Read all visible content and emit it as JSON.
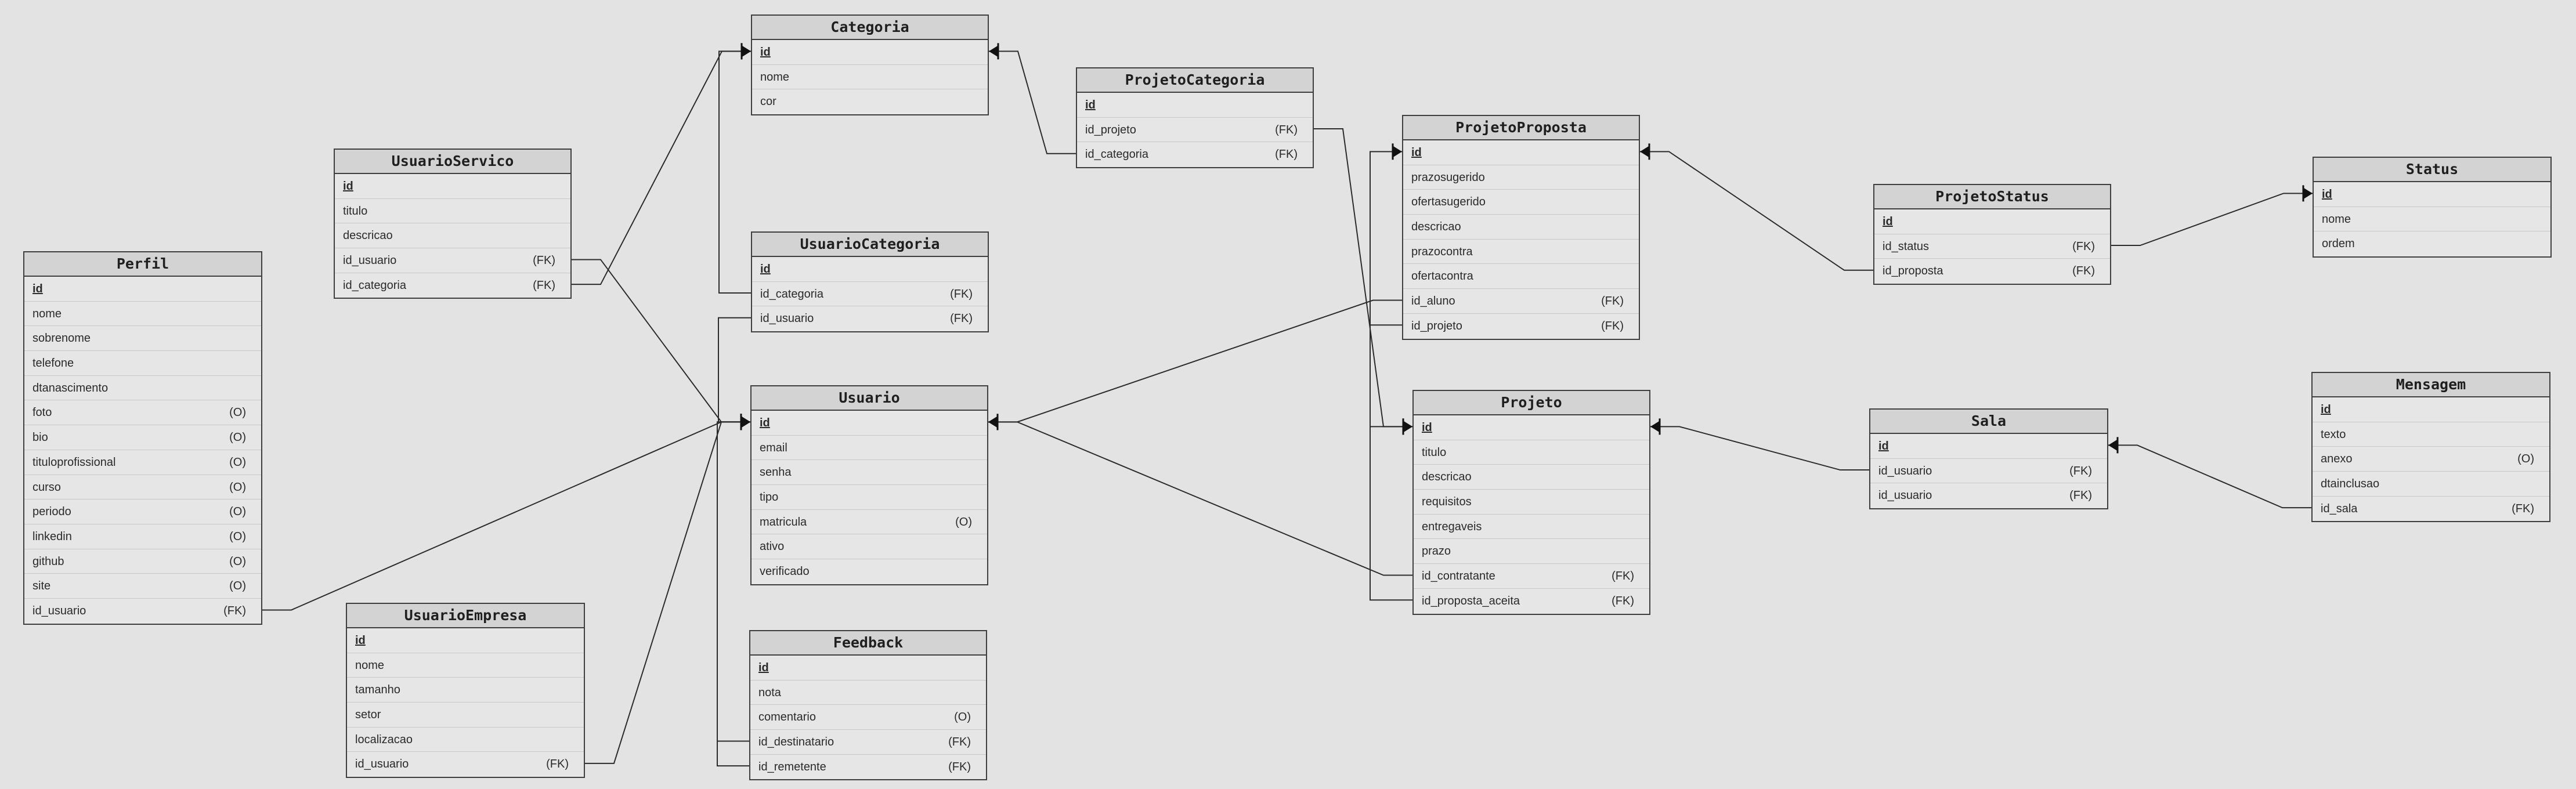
{
  "entities": [
    {
      "name": "Categoria",
      "attributes": [
        {
          "name": "id",
          "tag": "",
          "pk": true
        },
        {
          "name": "nome",
          "tag": ""
        },
        {
          "name": "cor",
          "tag": ""
        }
      ]
    },
    {
      "name": "ProjetoCategoria",
      "attributes": [
        {
          "name": "id",
          "tag": "",
          "pk": true
        },
        {
          "name": "id_projeto",
          "tag": "(FK)"
        },
        {
          "name": "id_categoria",
          "tag": "(FK)"
        }
      ]
    },
    {
      "name": "ProjetoProposta",
      "attributes": [
        {
          "name": "id",
          "tag": "",
          "pk": true
        },
        {
          "name": "prazosugerido",
          "tag": ""
        },
        {
          "name": "ofertasugerido",
          "tag": ""
        },
        {
          "name": "descricao",
          "tag": ""
        },
        {
          "name": "prazocontra",
          "tag": ""
        },
        {
          "name": "ofertacontra",
          "tag": ""
        },
        {
          "name": "id_aluno",
          "tag": "(FK)"
        },
        {
          "name": "id_projeto",
          "tag": "(FK)"
        }
      ]
    },
    {
      "name": "Status",
      "attributes": [
        {
          "name": "id",
          "tag": "",
          "pk": true
        },
        {
          "name": "nome",
          "tag": ""
        },
        {
          "name": "ordem",
          "tag": ""
        }
      ]
    },
    {
      "name": "ProjetoStatus",
      "attributes": [
        {
          "name": "id",
          "tag": "",
          "pk": true
        },
        {
          "name": "id_status",
          "tag": "(FK)"
        },
        {
          "name": "id_proposta",
          "tag": "(FK)"
        }
      ]
    },
    {
      "name": "UsuarioServico",
      "attributes": [
        {
          "name": "id",
          "tag": "",
          "pk": true
        },
        {
          "name": "titulo",
          "tag": ""
        },
        {
          "name": "descricao",
          "tag": ""
        },
        {
          "name": "id_usuario",
          "tag": "(FK)"
        },
        {
          "name": "id_categoria",
          "tag": "(FK)"
        }
      ]
    },
    {
      "name": "UsuarioCategoria",
      "attributes": [
        {
          "name": "id",
          "tag": "",
          "pk": true
        },
        {
          "name": "id_categoria",
          "tag": "(FK)"
        },
        {
          "name": "id_usuario",
          "tag": "(FK)"
        }
      ]
    },
    {
      "name": "Perfil",
      "attributes": [
        {
          "name": "id",
          "tag": "",
          "pk": true
        },
        {
          "name": "nome",
          "tag": ""
        },
        {
          "name": "sobrenome",
          "tag": ""
        },
        {
          "name": "telefone",
          "tag": ""
        },
        {
          "name": "dtanascimento",
          "tag": ""
        },
        {
          "name": "foto",
          "tag": "(O)"
        },
        {
          "name": "bio",
          "tag": "(O)"
        },
        {
          "name": "tituloprofissional",
          "tag": "(O)"
        },
        {
          "name": "curso",
          "tag": "(O)"
        },
        {
          "name": "periodo",
          "tag": "(O)"
        },
        {
          "name": "linkedin",
          "tag": "(O)"
        },
        {
          "name": "github",
          "tag": "(O)"
        },
        {
          "name": "site",
          "tag": "(O)"
        },
        {
          "name": "id_usuario",
          "tag": "(FK)"
        }
      ]
    },
    {
      "name": "Usuario",
      "attributes": [
        {
          "name": "id",
          "tag": "",
          "pk": true
        },
        {
          "name": "email",
          "tag": ""
        },
        {
          "name": "senha",
          "tag": ""
        },
        {
          "name": "tipo",
          "tag": ""
        },
        {
          "name": "matricula",
          "tag": "(O)"
        },
        {
          "name": "ativo",
          "tag": ""
        },
        {
          "name": "verificado",
          "tag": ""
        }
      ]
    },
    {
      "name": "Projeto",
      "attributes": [
        {
          "name": "id",
          "tag": "",
          "pk": true
        },
        {
          "name": "titulo",
          "tag": ""
        },
        {
          "name": "descricao",
          "tag": ""
        },
        {
          "name": "requisitos",
          "tag": ""
        },
        {
          "name": "entregaveis",
          "tag": ""
        },
        {
          "name": "prazo",
          "tag": ""
        },
        {
          "name": "id_contratante",
          "tag": "(FK)"
        },
        {
          "name": "id_proposta_aceita",
          "tag": "(FK)"
        }
      ]
    },
    {
      "name": "Sala",
      "attributes": [
        {
          "name": "id",
          "tag": "",
          "pk": true
        },
        {
          "name": "id_usuario",
          "tag": "(FK)"
        },
        {
          "name": "id_usuario",
          "tag": "(FK)"
        }
      ]
    },
    {
      "name": "Mensagem",
      "attributes": [
        {
          "name": "id",
          "tag": "",
          "pk": true
        },
        {
          "name": "texto",
          "tag": ""
        },
        {
          "name": "anexo",
          "tag": "(O)"
        },
        {
          "name": "dtainclusao",
          "tag": ""
        },
        {
          "name": "id_sala",
          "tag": "(FK)"
        }
      ]
    },
    {
      "name": "UsuarioEmpresa",
      "attributes": [
        {
          "name": "id",
          "tag": "",
          "pk": true
        },
        {
          "name": "nome",
          "tag": ""
        },
        {
          "name": "tamanho",
          "tag": ""
        },
        {
          "name": "setor",
          "tag": ""
        },
        {
          "name": "localizacao",
          "tag": ""
        },
        {
          "name": "id_usuario",
          "tag": "(FK)"
        }
      ]
    },
    {
      "name": "Feedback",
      "attributes": [
        {
          "name": "id",
          "tag": "",
          "pk": true
        },
        {
          "name": "nota",
          "tag": ""
        },
        {
          "name": "comentario",
          "tag": "(O)"
        },
        {
          "name": "id_destinatario",
          "tag": "(FK)"
        },
        {
          "name": "id_remetente",
          "tag": "(FK)"
        }
      ]
    }
  ],
  "relationships": [
    {
      "from": "ProjetoCategoria.id_categoria",
      "to": "Categoria.id"
    },
    {
      "from": "ProjetoCategoria.id_projeto",
      "to": "Projeto.id"
    },
    {
      "from": "UsuarioServico.id_categoria",
      "to": "Categoria.id"
    },
    {
      "from": "UsuarioServico.id_usuario",
      "to": "Usuario.id"
    },
    {
      "from": "UsuarioCategoria.id_categoria",
      "to": "Categoria.id"
    },
    {
      "from": "UsuarioCategoria.id_usuario",
      "to": "Usuario.id"
    },
    {
      "from": "Perfil.id_usuario",
      "to": "Usuario.id"
    },
    {
      "from": "UsuarioEmpresa.id_usuario",
      "to": "Usuario.id"
    },
    {
      "from": "Feedback.id_destinatario",
      "to": "Usuario.id"
    },
    {
      "from": "Feedback.id_remetente",
      "to": "Usuario.id"
    },
    {
      "from": "ProjetoProposta.id_aluno",
      "to": "Usuario.id"
    },
    {
      "from": "Projeto.id_contratante",
      "to": "Usuario.id"
    },
    {
      "from": "ProjetoProposta.id_projeto",
      "to": "Projeto.id"
    },
    {
      "from": "Projeto.id_proposta_aceita",
      "to": "ProjetoProposta.id"
    },
    {
      "from": "ProjetoStatus.id_proposta",
      "to": "ProjetoProposta.id"
    },
    {
      "from": "ProjetoStatus.id_status",
      "to": "Status.id"
    },
    {
      "from": "Sala.id_usuario",
      "to": "Projeto.id"
    },
    {
      "from": "Mensagem.id_sala",
      "to": "Sala.id"
    }
  ]
}
